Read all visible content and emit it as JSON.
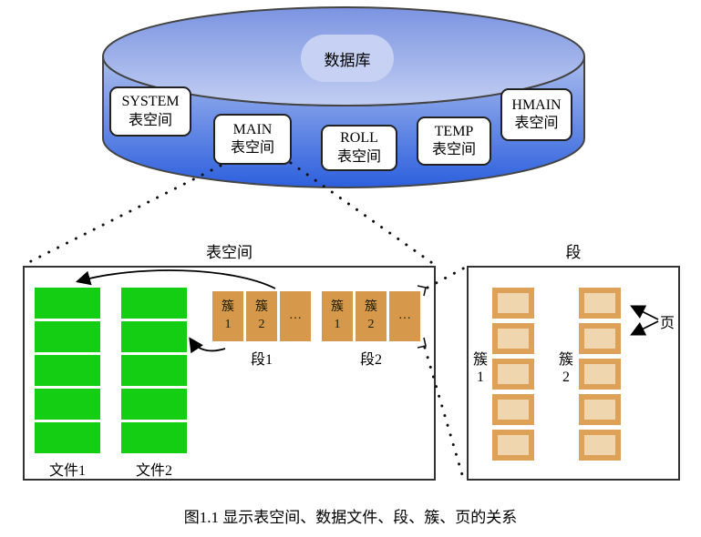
{
  "database": {
    "label": "数据库",
    "tablespaces": [
      {
        "name": "SYSTEM",
        "type_label": "表空间"
      },
      {
        "name": "MAIN",
        "type_label": "表空间"
      },
      {
        "name": "ROLL",
        "type_label": "表空间"
      },
      {
        "name": "TEMP",
        "type_label": "表空间"
      },
      {
        "name": "HMAIN",
        "type_label": "表空间"
      }
    ]
  },
  "tablespace_box": {
    "title": "表空间",
    "files": [
      {
        "label": "文件1",
        "block_count": 5
      },
      {
        "label": "文件2",
        "block_count": 5
      }
    ],
    "segments": [
      {
        "label": "段1",
        "clusters": [
          {
            "line1": "簇",
            "line2": "1"
          },
          {
            "line1": "簇",
            "line2": "2"
          },
          {
            "line1": "…",
            "line2": ""
          }
        ]
      },
      {
        "label": "段2",
        "clusters": [
          {
            "line1": "簇",
            "line2": "1"
          },
          {
            "line1": "簇",
            "line2": "2"
          },
          {
            "line1": "…",
            "line2": ""
          }
        ]
      }
    ]
  },
  "segment_box": {
    "title": "段",
    "clusters": [
      {
        "label_line1": "簇",
        "label_line2": "1",
        "page_count": 5
      },
      {
        "label_line1": "簇",
        "label_line2": "2",
        "page_count": 5
      }
    ],
    "page_label": "页"
  },
  "caption": "图1.1 显示表空间、数据文件、段、簇、页的关系",
  "colors": {
    "cylinder_body_light": "#aabdee",
    "cylinder_body_dark": "#2c5fdd",
    "cylinder_top_dark": "#7b94e1",
    "cylinder_top_light": "#c2cef2",
    "database_pill": "#c6d1f3",
    "file_block_green": "#14ce14",
    "cluster_tan": "#d6994b",
    "page_border_tan": "#dda157",
    "page_fill_tan": "#f0d6ae",
    "outline": "#444444"
  }
}
